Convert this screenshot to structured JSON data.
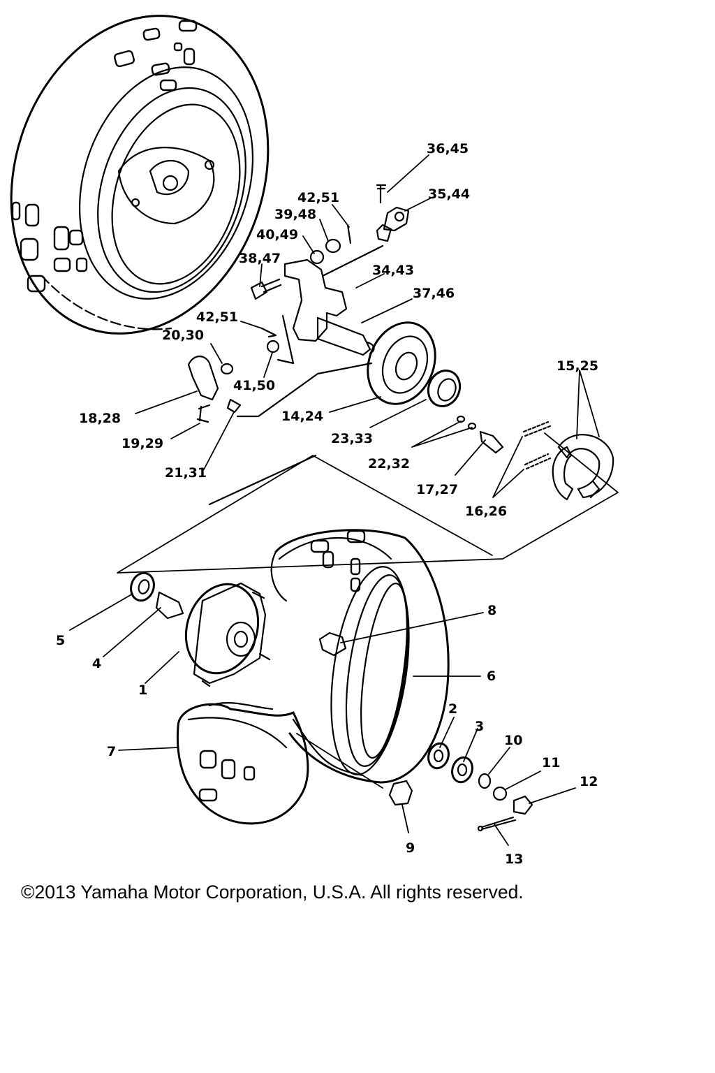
{
  "callouts": {
    "c36_45": "36,45",
    "c35_44": "35,44",
    "c42_51_top": "42,51",
    "c39_48": "39,48",
    "c40_49": "40,49",
    "c38_47": "38,47",
    "c34_43": "34,43",
    "c37_46": "37,46",
    "c42_51_mid": "42,51",
    "c20_30": "20,30",
    "c15_25": "15,25",
    "c41_50": "41,50",
    "c18_28": "18,28",
    "c14_24": "14,24",
    "c19_29": "19,29",
    "c23_33": "23,33",
    "c22_32": "22,32",
    "c21_31": "21,31",
    "c17_27": "17,27",
    "c16_26": "16,26",
    "c8": "8",
    "c5": "5",
    "c4": "4",
    "c6": "6",
    "c1": "1",
    "c2": "2",
    "c3": "3",
    "c10": "10",
    "c7": "7",
    "c11": "11",
    "c12": "12",
    "c9": "9",
    "c13": "13"
  },
  "copyright": "©2013 Yamaha Motor Corporation, U.S.A. All rights reserved."
}
